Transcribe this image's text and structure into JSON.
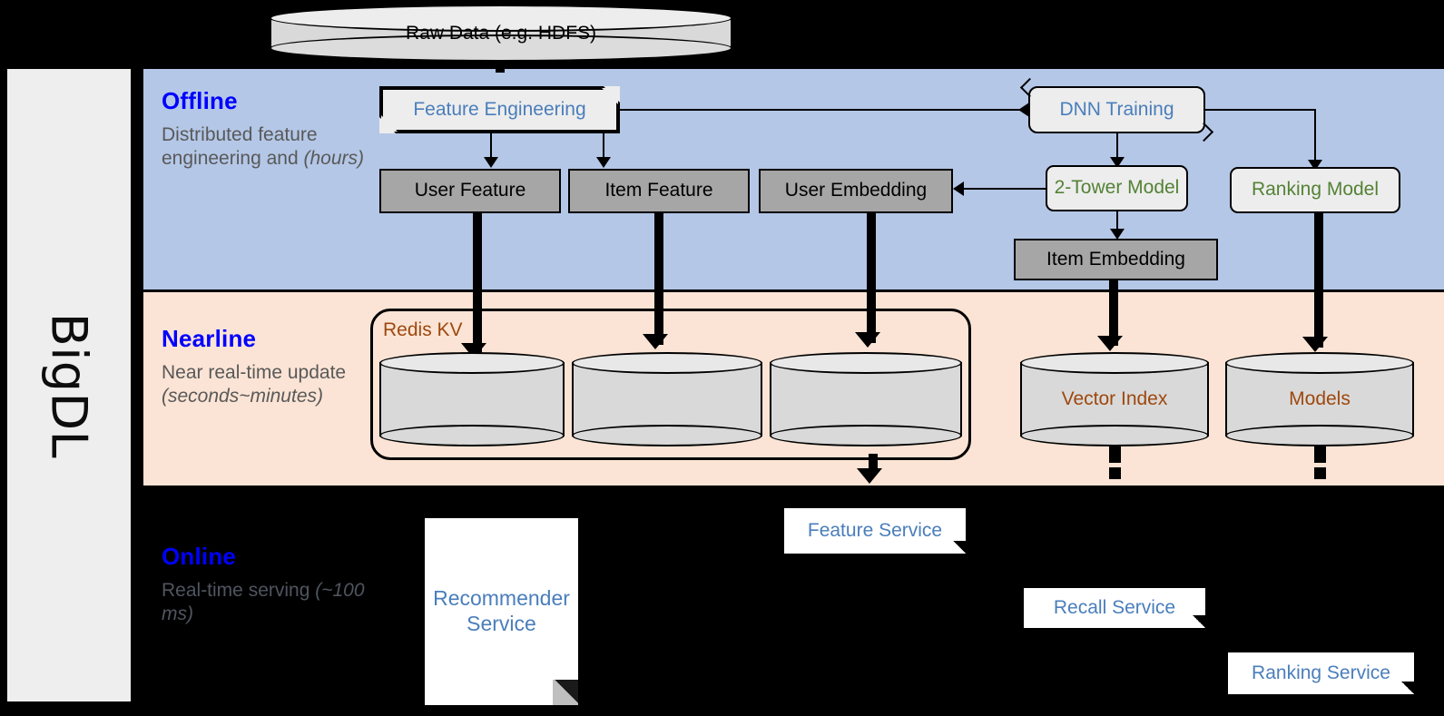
{
  "framework": {
    "name": "BigDL"
  },
  "bands": [
    {
      "id": "offline",
      "title": "Offline",
      "description": "Distributed feature engineering and ",
      "description_em": "(hours)",
      "bg": "#b4c7e7"
    },
    {
      "id": "nearline",
      "title": "Nearline",
      "description": "Near real-time update ",
      "description_em": "(seconds~minutes)",
      "bg": "#fbe4d5"
    },
    {
      "id": "online",
      "title": "Online",
      "description": "Real-time serving ",
      "description_em": "(~100 ms)",
      "bg": "#000000"
    }
  ],
  "nodes": {
    "raw_data": "Raw Data (e.g. HDFS)",
    "feature_engineering": "Feature Engineering",
    "dnn_training": "DNN Training",
    "user_feature": "User Feature",
    "item_feature": "Item Feature",
    "user_embedding": "User Embedding",
    "two_tower_model": "2-Tower Model",
    "ranking_model": "Ranking Model",
    "item_embedding": "Item Embedding",
    "redis_kv": "Redis KV",
    "vector_index": "Vector Index",
    "models": "Models",
    "feature_service": "Feature Service",
    "recommender_service": "Recommender Service",
    "recall_service": "Recall Service",
    "ranking_service": "Ranking Service"
  },
  "colors": {
    "offline_band": "#b4c7e7",
    "nearline_band": "#fbe4d5",
    "online_band": "#000000",
    "band_title": "#0000ff",
    "band_desc": "#595959",
    "data_box": "#a6a6a6",
    "model_text": "#548235",
    "process_text": "#4a7ebb",
    "storage_text": "#9e480e",
    "service_text": "#4a7ebb",
    "rail_bg": "#eeeeee"
  }
}
